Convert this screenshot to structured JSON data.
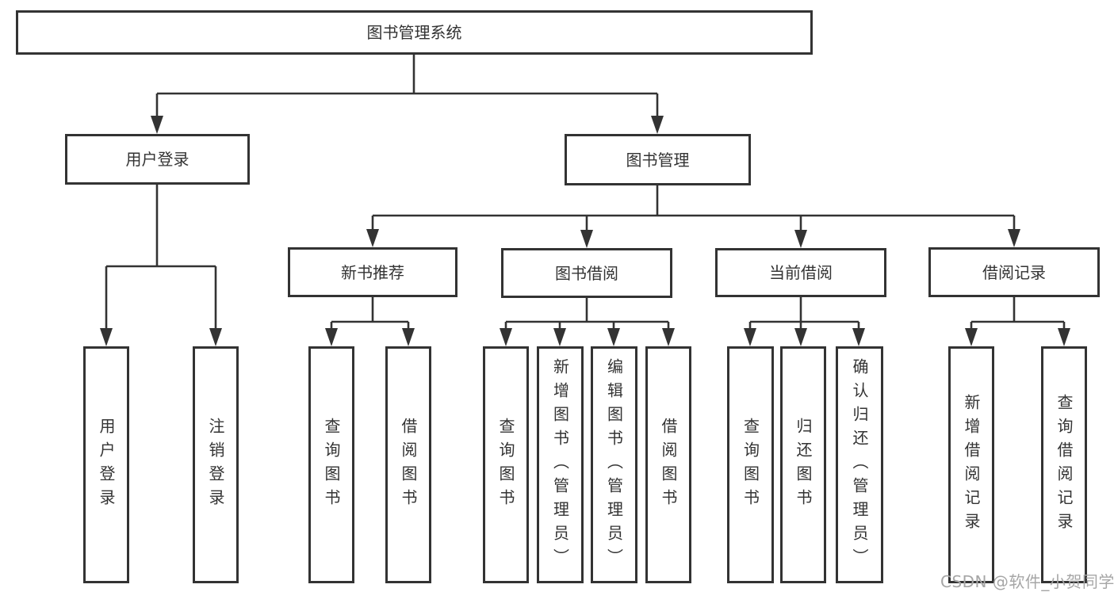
{
  "diagram": {
    "root": {
      "label": "图书管理系统"
    },
    "level2": [
      {
        "label": "用户登录"
      },
      {
        "label": "图书管理"
      }
    ],
    "level3": [
      {
        "label": "新书推荐"
      },
      {
        "label": "图书借阅"
      },
      {
        "label": "当前借阅"
      },
      {
        "label": "借阅记录"
      }
    ],
    "level4": {
      "user_login": [
        "用户登录",
        "注销登录"
      ],
      "new_book_recommend": [
        "查询图书",
        "借阅图书"
      ],
      "book_borrow": [
        "查询图书",
        "新增图书（管理员）",
        "编辑图书（管理员）",
        "借阅图书"
      ],
      "current_borrow": [
        "查询图书",
        "归还图书",
        "确认归还（管理员）"
      ],
      "borrow_records": [
        "新增借阅记录",
        "查询借阅记录"
      ]
    }
  },
  "watermark": {
    "text": "CSDN @软件_小贺同学"
  },
  "colors": {
    "line": "#333333",
    "box_border": "#333333",
    "text": "#333333",
    "watermark": "#a6a6a6",
    "background": "#ffffff"
  }
}
